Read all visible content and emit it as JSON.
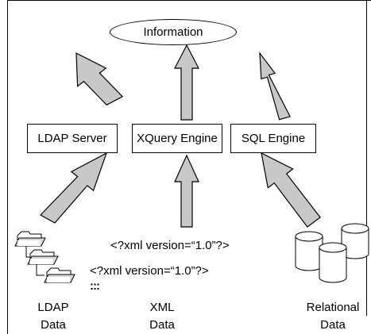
{
  "top_node": {
    "label": "Information"
  },
  "middle_nodes": [
    {
      "label": "LDAP Server"
    },
    {
      "label": "XQuery Engine"
    },
    {
      "label": "SQL Engine"
    }
  ],
  "xml_lines": [
    "<?xml version=“1.0”?>",
    "<?xml version=“1.0”?>"
  ],
  "xml_ellipsis": ":::",
  "sources": [
    {
      "line1": "LDAP",
      "line2": "Data",
      "icon": "folder-tree-icon"
    },
    {
      "line1": "XML",
      "line2": "Data",
      "icon": "none"
    },
    {
      "line1": "Relational",
      "line2": "Data",
      "icon": "database-cylinders-icon"
    }
  ],
  "colors": {
    "arrow_fill": "#c8c8c8",
    "stroke": "#000000",
    "background": "#ffffff"
  }
}
